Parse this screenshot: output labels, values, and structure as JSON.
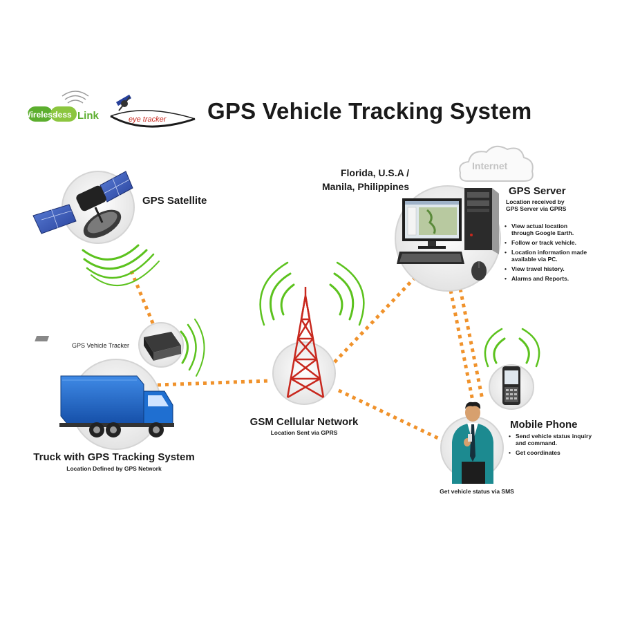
{
  "header": {
    "logo_wireless": "Wireless",
    "logo_less": "less",
    "logo_link": "Link",
    "logo_eye_tracker": "eye tracker",
    "title": "GPS Vehicle Tracking System"
  },
  "nodes": {
    "satellite": {
      "label": "GPS Satellite"
    },
    "tracker": {
      "label": "GPS Vehicle Tracker"
    },
    "truck": {
      "label": "Truck with GPS Tracking System",
      "sub": "Location Defined by GPS Network"
    },
    "gsm": {
      "label": "GSM Cellular Network",
      "sub": "Location Sent via GPRS"
    },
    "location": {
      "line1": "Florida, U.S.A /",
      "line2": "Manila, Philippines"
    },
    "internet": {
      "label": "Internet"
    },
    "server": {
      "label": "GPS Server",
      "sub1": "Location received by",
      "sub2": "GPS Server via GPRS",
      "features": [
        "View actual location through Google Earth.",
        "Follow or track vehicle.",
        "Location information made available via PC.",
        "View travel history.",
        "Alarms and Reports."
      ]
    },
    "phone": {
      "label": "Mobile Phone",
      "features": [
        "Send vehicle status inquiry and command.",
        "Get coordinates"
      ]
    },
    "user": {
      "sub": "Get vehicle status via SMS"
    }
  },
  "colors": {
    "dash": "#f0922b",
    "wave": "#5cc21e",
    "circle_fill": "#eeeeee",
    "circle_stroke": "#d4d4d4",
    "tower": "#c8281e",
    "truck_blue": "#1f6fd1"
  }
}
